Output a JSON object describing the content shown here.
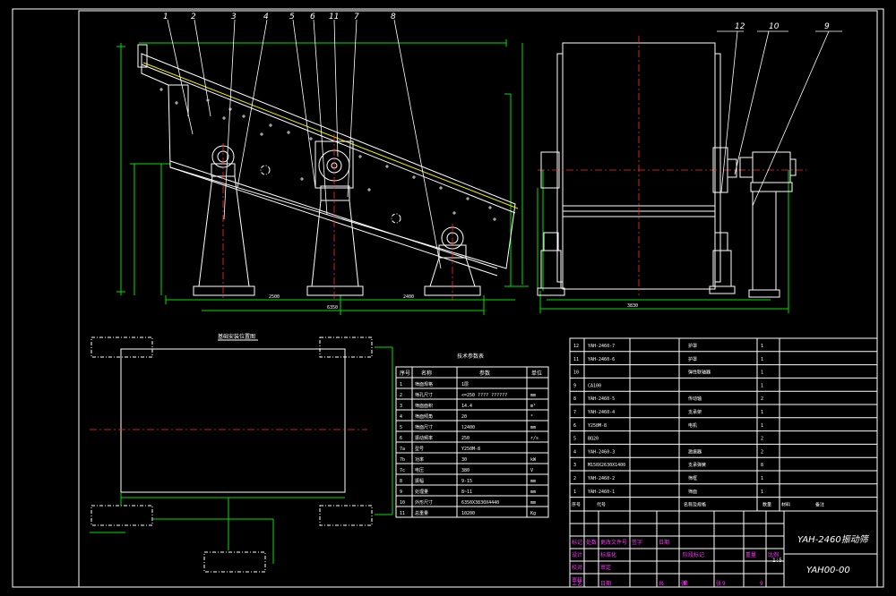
{
  "part_labels": [
    "1",
    "2",
    "3",
    "4",
    "5",
    "6",
    "11",
    "7",
    "8"
  ],
  "side_labels": [
    "12",
    "10",
    "9"
  ],
  "foundation_title": "基础安装位置图",
  "specs_title": "技术参数表",
  "specs_header": [
    "序号",
    "名称",
    "参数",
    "单位"
  ],
  "specs_rows": [
    {
      "no": "1",
      "name": "筛面规格",
      "val": "1层",
      "unit": ""
    },
    {
      "no": "2",
      "name": "筛孔尺寸",
      "val": "<=250 ???? ??????",
      "unit": "mm"
    },
    {
      "no": "3",
      "name": "筛面面积",
      "val": "14.4",
      "unit": "m²"
    },
    {
      "no": "4",
      "name": "筛面倾角",
      "val": "20",
      "unit": "°"
    },
    {
      "no": "5",
      "name": "筛面尺寸",
      "val": "l2400",
      "unit": "mm"
    },
    {
      "no": "6",
      "name": "振动频率",
      "val": "250",
      "unit": "r/s"
    },
    {
      "no": "7a",
      "name": "型号",
      "val": "Y250M-8",
      "unit": ""
    },
    {
      "no": "7b",
      "name": "功率",
      "val": "30",
      "unit": "kW"
    },
    {
      "no": "7c",
      "name": "电压",
      "val": "380",
      "unit": "V"
    },
    {
      "no": "8",
      "name": "振幅",
      "val": "9-15",
      "unit": "mm"
    },
    {
      "no": "9",
      "name": "处理量",
      "val": "8~11",
      "unit": "mm"
    },
    {
      "no": "10",
      "name": "外形尺寸",
      "val": "6350X3830X4440",
      "unit": "mm"
    },
    {
      "no": "11",
      "name": "总重量",
      "val": "10200",
      "unit": "Kg"
    }
  ],
  "bom_rows": [
    {
      "no": "12",
      "code": "YAH-2460-7",
      "name": "护罩",
      "qty": "1"
    },
    {
      "no": "11",
      "code": "YAH-2460-6",
      "name": "护罩",
      "qty": "1"
    },
    {
      "no": "10",
      "code": "",
      "name": "弹性联轴器",
      "qty": "1"
    },
    {
      "no": "9",
      "code": "CA100",
      "name": "",
      "qty": "1"
    },
    {
      "no": "8",
      "code": "YAH-2460-5",
      "name": "传动轴",
      "qty": "2"
    },
    {
      "no": "7",
      "code": "YAH-2460-4",
      "name": "支承架",
      "qty": "1"
    },
    {
      "no": "6",
      "code": "Y250M-8",
      "name": "电机",
      "qty": "1"
    },
    {
      "no": "5",
      "code": "BQ20",
      "name": "",
      "qty": "2"
    },
    {
      "no": "4",
      "code": "YAH-2460-3",
      "name": "激振器",
      "qty": "2"
    },
    {
      "no": "3",
      "code": "M150X2630X1400",
      "name": "支承弹簧",
      "qty": "8"
    },
    {
      "no": "2",
      "code": "YAH-2460-2",
      "name": "筛框",
      "qty": "1"
    },
    {
      "no": "1",
      "code": "YAH-2460-1",
      "name": "筛面",
      "qty": "1"
    }
  ],
  "bom_header": {
    "no": "序号",
    "code": "代号",
    "name": "名称及规格",
    "qty": "数量",
    "material": "材料",
    "note": "备注"
  },
  "title_block": {
    "drawing_name": "YAH-2460振动筛",
    "drawing_number": "YAH00-00",
    "scale": "1:5",
    "row1": [
      "标记",
      "处数",
      "更改文件号",
      "签字",
      "日期"
    ],
    "row2": [
      "设计",
      "",
      "标准化",
      "",
      "",
      "",
      "阶段标记",
      "",
      "重量",
      "比例"
    ],
    "row3": [
      "校对",
      "",
      "审定"
    ],
    "row4": [
      "审核"
    ],
    "row5": [
      "工艺",
      "",
      "日期",
      "",
      "共",
      "张",
      "第",
      "张"
    ],
    "sheet_total": "9",
    "sheet_no": "9"
  },
  "colors": {
    "frame": "#ffffff",
    "dim": "#00e000",
    "center": "#ff2a2a",
    "mesh": "#e8e800",
    "tb_text": "#ff33ff"
  }
}
